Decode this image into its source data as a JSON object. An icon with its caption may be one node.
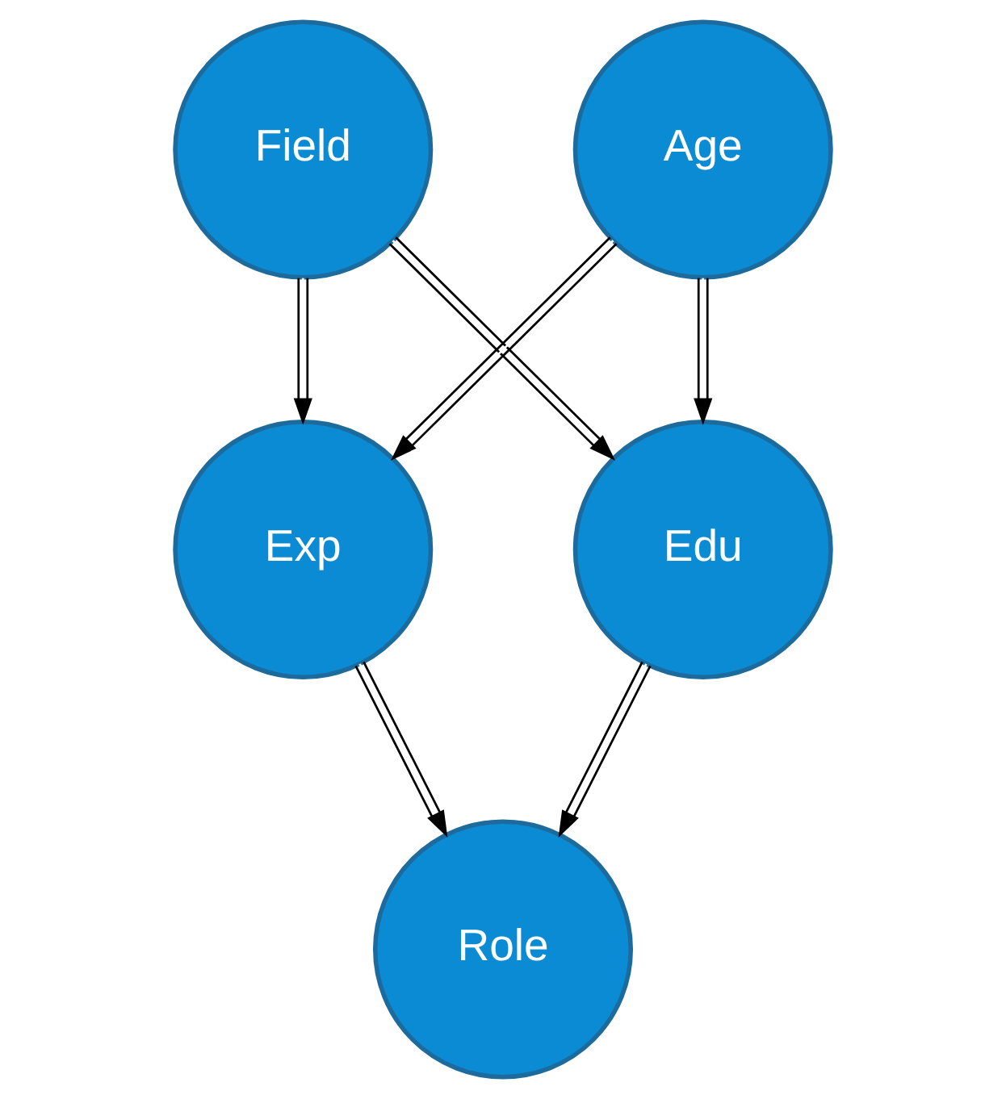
{
  "diagram": {
    "nodes": [
      {
        "text": [
          "Field"
        ]
      },
      {
        "text": [
          "Age"
        ]
      },
      {
        "text": [
          "Exp"
        ]
      },
      {
        "text": [
          "Edu"
        ]
      },
      {
        "text": [
          "Role"
        ]
      }
    ],
    "edges": [
      {
        "from": 0,
        "to": 2,
        "arrow": "to"
      },
      {
        "from": 0,
        "to": 3,
        "arrow": "to"
      },
      {
        "from": 1,
        "to": 2,
        "arrow": "to"
      },
      {
        "from": 1,
        "to": 3,
        "arrow": "to"
      },
      {
        "from": 2,
        "to": 4,
        "arrow": "to"
      },
      {
        "from": 3,
        "to": 4,
        "arrow": "to"
      }
    ]
  }
}
